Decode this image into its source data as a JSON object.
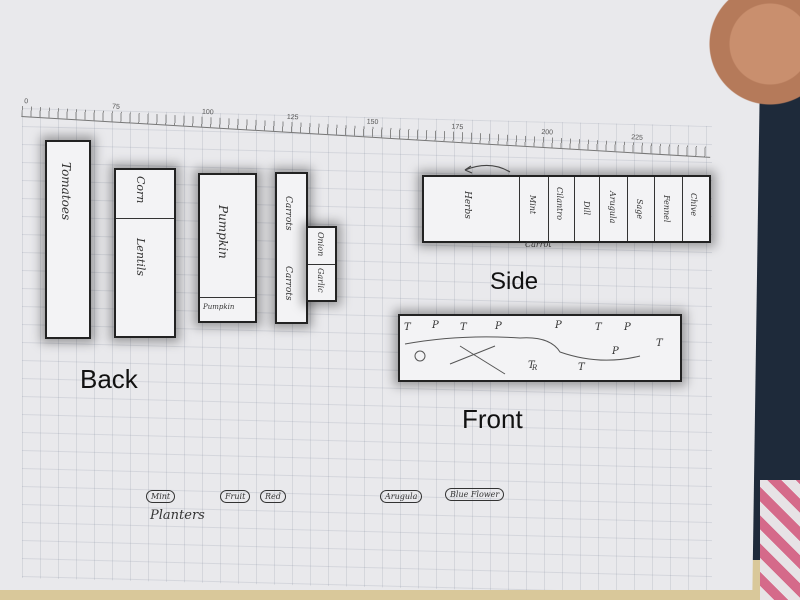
{
  "labels": {
    "back": "Back",
    "side": "Side",
    "front": "Front"
  },
  "back_planters": {
    "tomato": "Tomatoes",
    "corn": "Corn",
    "lentils": "Lentils",
    "pumpkin": "Pumpkin",
    "pumpkin_bottom": "Pumpkin",
    "carrots_top": "Carrots",
    "carrots_bottom": "Carrots",
    "small_top": "Onion",
    "small_bottom": "Garlic"
  },
  "side_planter": {
    "sections": [
      "Herbs",
      "Mint",
      "Cilantro",
      "Dill",
      "Arugula",
      "Sage",
      "Fennel",
      "Chive"
    ],
    "bottom_note": "Carrot"
  },
  "front_planter": {
    "marks_top": [
      "T",
      "P",
      "T",
      "P",
      "P",
      "T",
      "P"
    ],
    "marks_lower": [
      "P",
      "T",
      "T",
      "R",
      "T"
    ]
  },
  "notes": {
    "mint": "Mint",
    "fruit": "Fruit",
    "red": "Red",
    "planters": "Planters",
    "aruga": "Arugula",
    "blueflower": "Blue Flower"
  },
  "ruler_ticks": [
    "0",
    "75",
    "100",
    "125",
    "150",
    "175",
    "200",
    "225"
  ],
  "colors": {
    "paper": "#e9e9ec",
    "ink": "#222222"
  }
}
